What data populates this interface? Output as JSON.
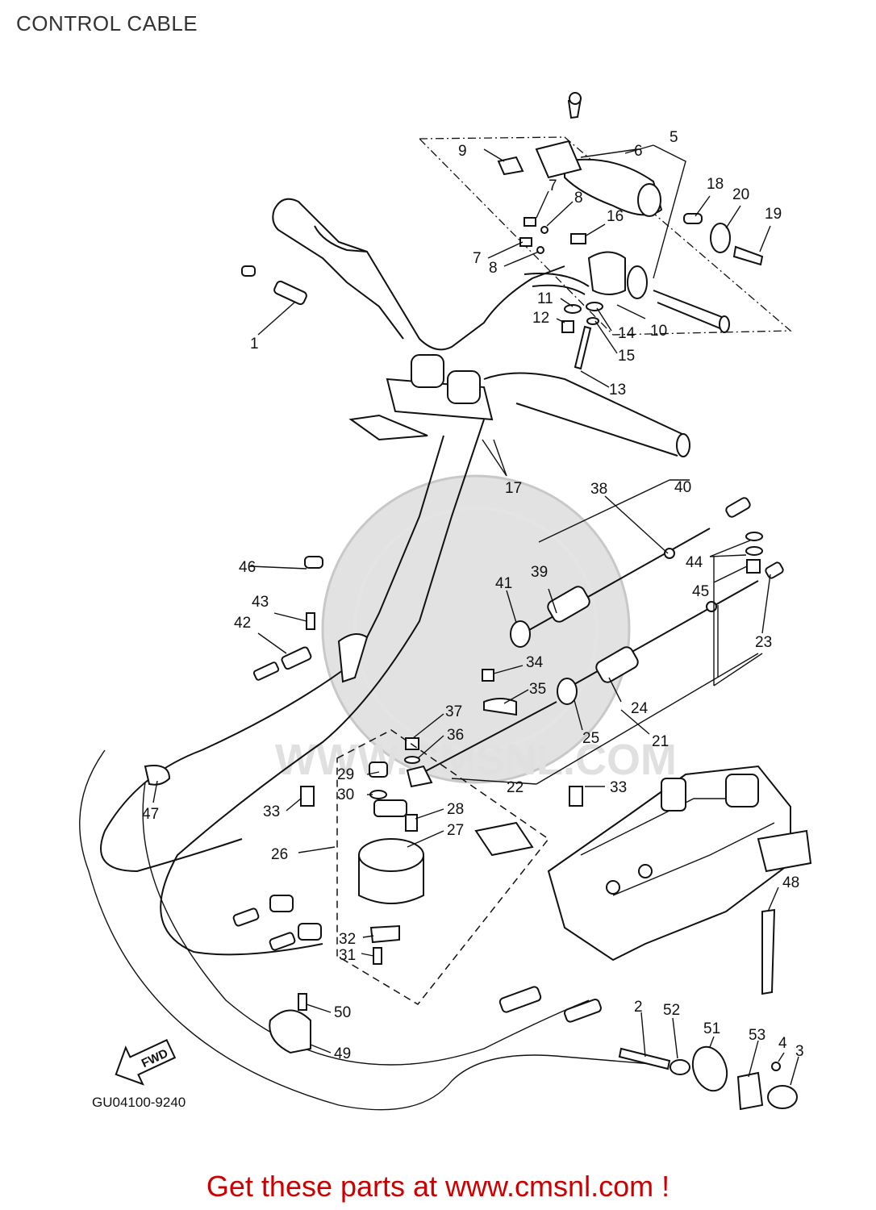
{
  "title": "CONTROL CABLE",
  "diagram_code": "GU04100-9240",
  "footer_text": "Get these parts at www.cmsnl.com !",
  "watermark_text": "WWW.CMSNL.COM",
  "fwd_label": "FWD",
  "accent_color": "#cc0000",
  "callouts": [
    "1",
    "2",
    "3",
    "4",
    "5",
    "6",
    "7",
    "8",
    "9",
    "10",
    "11",
    "12",
    "13",
    "14",
    "15",
    "16",
    "17",
    "18",
    "19",
    "20",
    "21",
    "22",
    "23",
    "24",
    "25",
    "26",
    "27",
    "28",
    "29",
    "30",
    "31",
    "32",
    "33",
    "34",
    "35",
    "36",
    "37",
    "38",
    "39",
    "40",
    "41",
    "42",
    "43",
    "44",
    "45",
    "46",
    "47",
    "48",
    "49",
    "50",
    "51",
    "52",
    "53"
  ],
  "callout_extra": {
    "7b": "7",
    "8b": "8",
    "33b": "33"
  }
}
